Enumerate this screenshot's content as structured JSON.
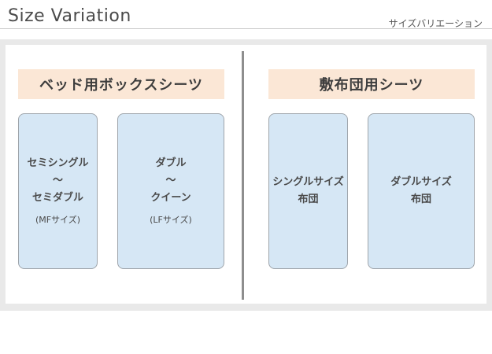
{
  "header": {
    "title": "Size Variation",
    "subtitle": "サイズバリエーション"
  },
  "sections": [
    {
      "heading": "ベッド用ボックスシーツ",
      "cards": [
        {
          "line1": "セミシングル",
          "wave": "〜",
          "line2": "セミダブル",
          "note": "(MFサイズ)"
        },
        {
          "line1": "ダブル",
          "wave": "〜",
          "line2": "クイーン",
          "note": "(LFサイズ)"
        }
      ]
    },
    {
      "heading": "敷布団用シーツ",
      "cards": [
        {
          "line1": "シングルサイズ",
          "line2": "布団"
        },
        {
          "line1": "ダブルサイズ",
          "line2": "布団"
        }
      ]
    }
  ]
}
